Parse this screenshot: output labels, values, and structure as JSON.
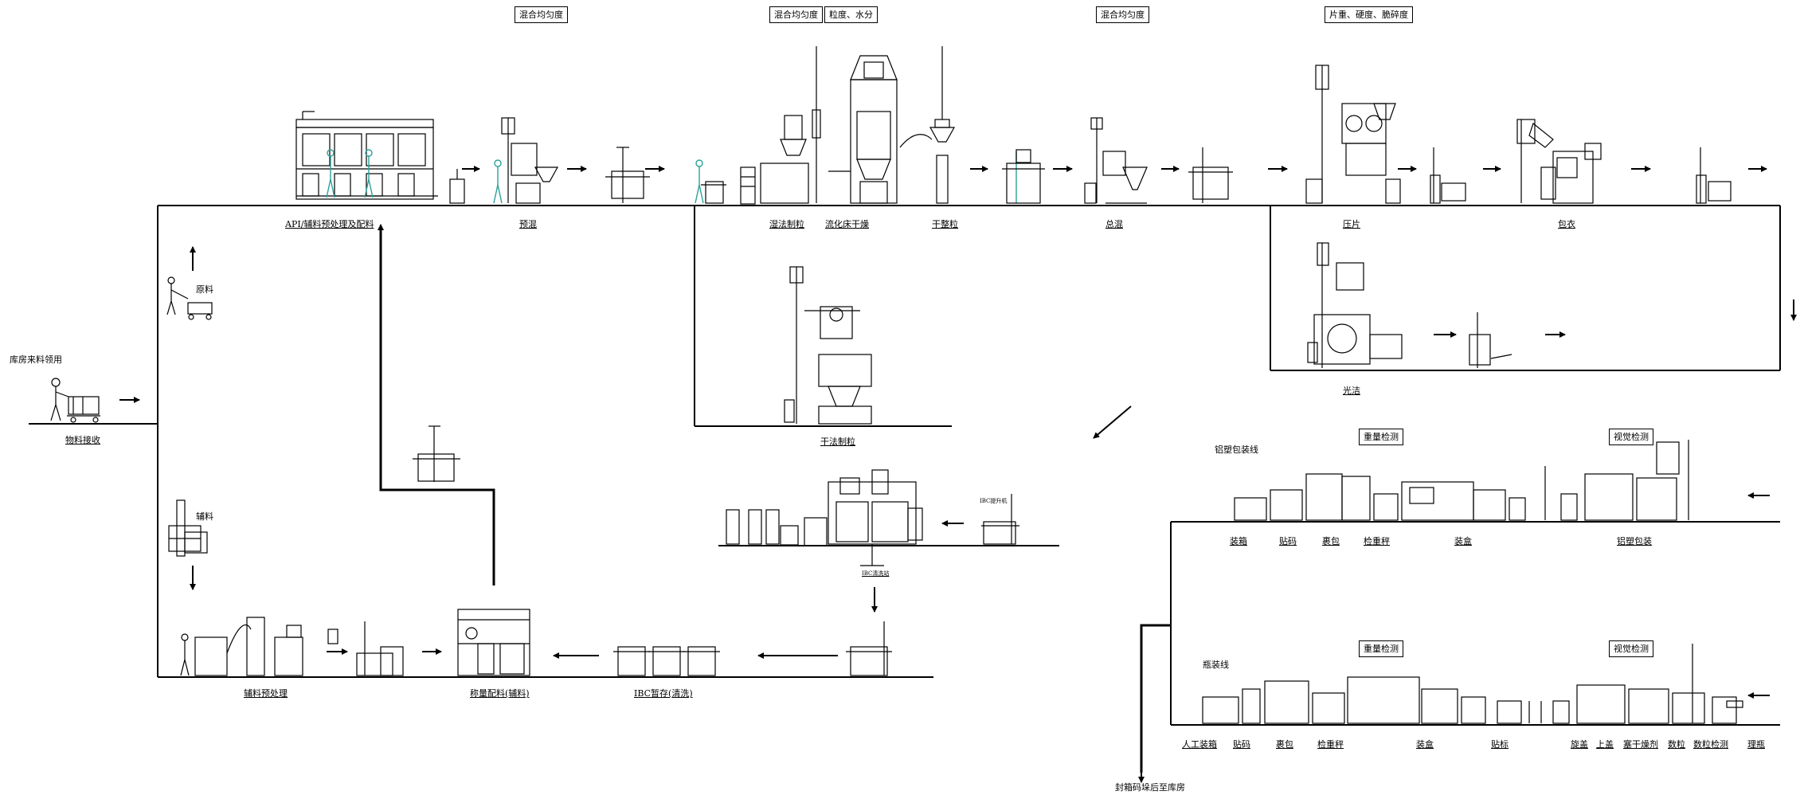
{
  "quality_checks": {
    "q_mix_1": "混合均匀度",
    "q_mix_2": "混合均匀度",
    "q_granule": "粒度、水分",
    "q_mix_3": "混合均匀度",
    "q_tablet": "片重、硬度、脆碎度",
    "q_weight_1": "重量检测",
    "q_vision_1": "视觉检测",
    "q_weight_2": "重量检测",
    "q_vision_2": "视觉检测"
  },
  "stations": {
    "warehouse_pickup": "库房来料领用",
    "material_receiving": "物料接收",
    "api_process": "API/辅料预处理及配料",
    "presieve": "预混",
    "wet_granulation": "湿法制粒",
    "fluid_bed_dryer": "流化床干燥",
    "dry_granulation_sizing": "干整粒",
    "final_blend": "总混",
    "compression": "压片",
    "coating": "包衣",
    "polishing": "光洁",
    "dry_granulation": "干法制粒",
    "api_label": "原料",
    "excipient_label": "辅料",
    "excipient_pretreat": "辅料预处理",
    "weighing": "称量配料(辅料)",
    "ibc_storage": "IBC暂存(清洗)",
    "ibc_wash_station": "IBC清洗站",
    "ibc_lift": "IBC提升机",
    "blister_line_title": "铝塑包装线",
    "blister_pack": "铝塑包装",
    "bottle_line_title": "瓶装线",
    "to_warehouse": "封箱码垛后至库房"
  },
  "blister_line_stations": [
    "装箱",
    "贴码",
    "裹包",
    "检重秤",
    "装盒"
  ],
  "bottle_line_stations": [
    "人工装箱",
    "贴码",
    "裹包",
    "检重秤",
    "装盒",
    "贴标",
    "旋盖",
    "上盖",
    "塞干燥剂",
    "数粒",
    "数粒检测",
    "理瓶"
  ]
}
